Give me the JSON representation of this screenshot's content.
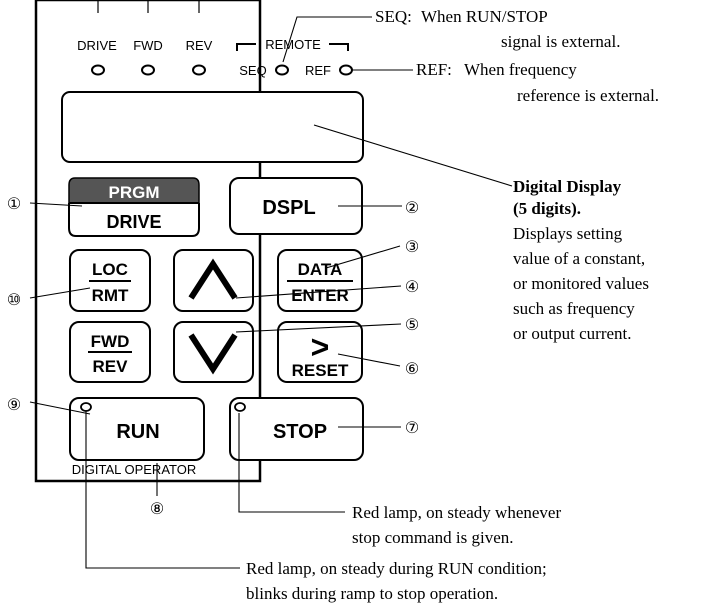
{
  "panel": {
    "indicators": {
      "drive": "DRIVE",
      "fwd": "FWD",
      "rev": "REV",
      "remote": "REMOTE",
      "seq": "SEQ",
      "ref": "REF"
    },
    "keys": {
      "prgm": "PRGM",
      "drive": "DRIVE",
      "dspl": "DSPL",
      "loc": "LOC",
      "rmt": "RMT",
      "data": "DATA",
      "enter": "ENTER",
      "fwd": "FWD",
      "rev": "REV",
      "shift": ">",
      "reset": "RESET",
      "run": "RUN",
      "stop": "STOP"
    },
    "footer": "DIGITAL OPERATOR"
  },
  "callouts": {
    "n1": "①",
    "n2": "②",
    "n3": "③",
    "n4": "④",
    "n5": "⑤",
    "n6": "⑥",
    "n7": "⑦",
    "n8": "⑧",
    "n9": "⑨",
    "n10": "⑩"
  },
  "notes": {
    "seq_label": "SEQ:",
    "seq_line1": "When RUN/STOP",
    "seq_line2": "signal is external.",
    "ref_label": "REF:",
    "ref_line1": "When frequency",
    "ref_line2": "reference is external.",
    "display_title1": "Digital Display",
    "display_title2": "(5 digits).",
    "display_line1": "Displays setting",
    "display_line2": "value of a constant,",
    "display_line3": "or monitored values",
    "display_line4": "such as frequency",
    "display_line5": "or output current.",
    "stop_lamp1": "Red lamp, on steady whenever",
    "stop_lamp2": "stop command is given.",
    "run_lamp1": "Red lamp, on steady during RUN condition;",
    "run_lamp2": "blinks during ramp to stop operation."
  }
}
